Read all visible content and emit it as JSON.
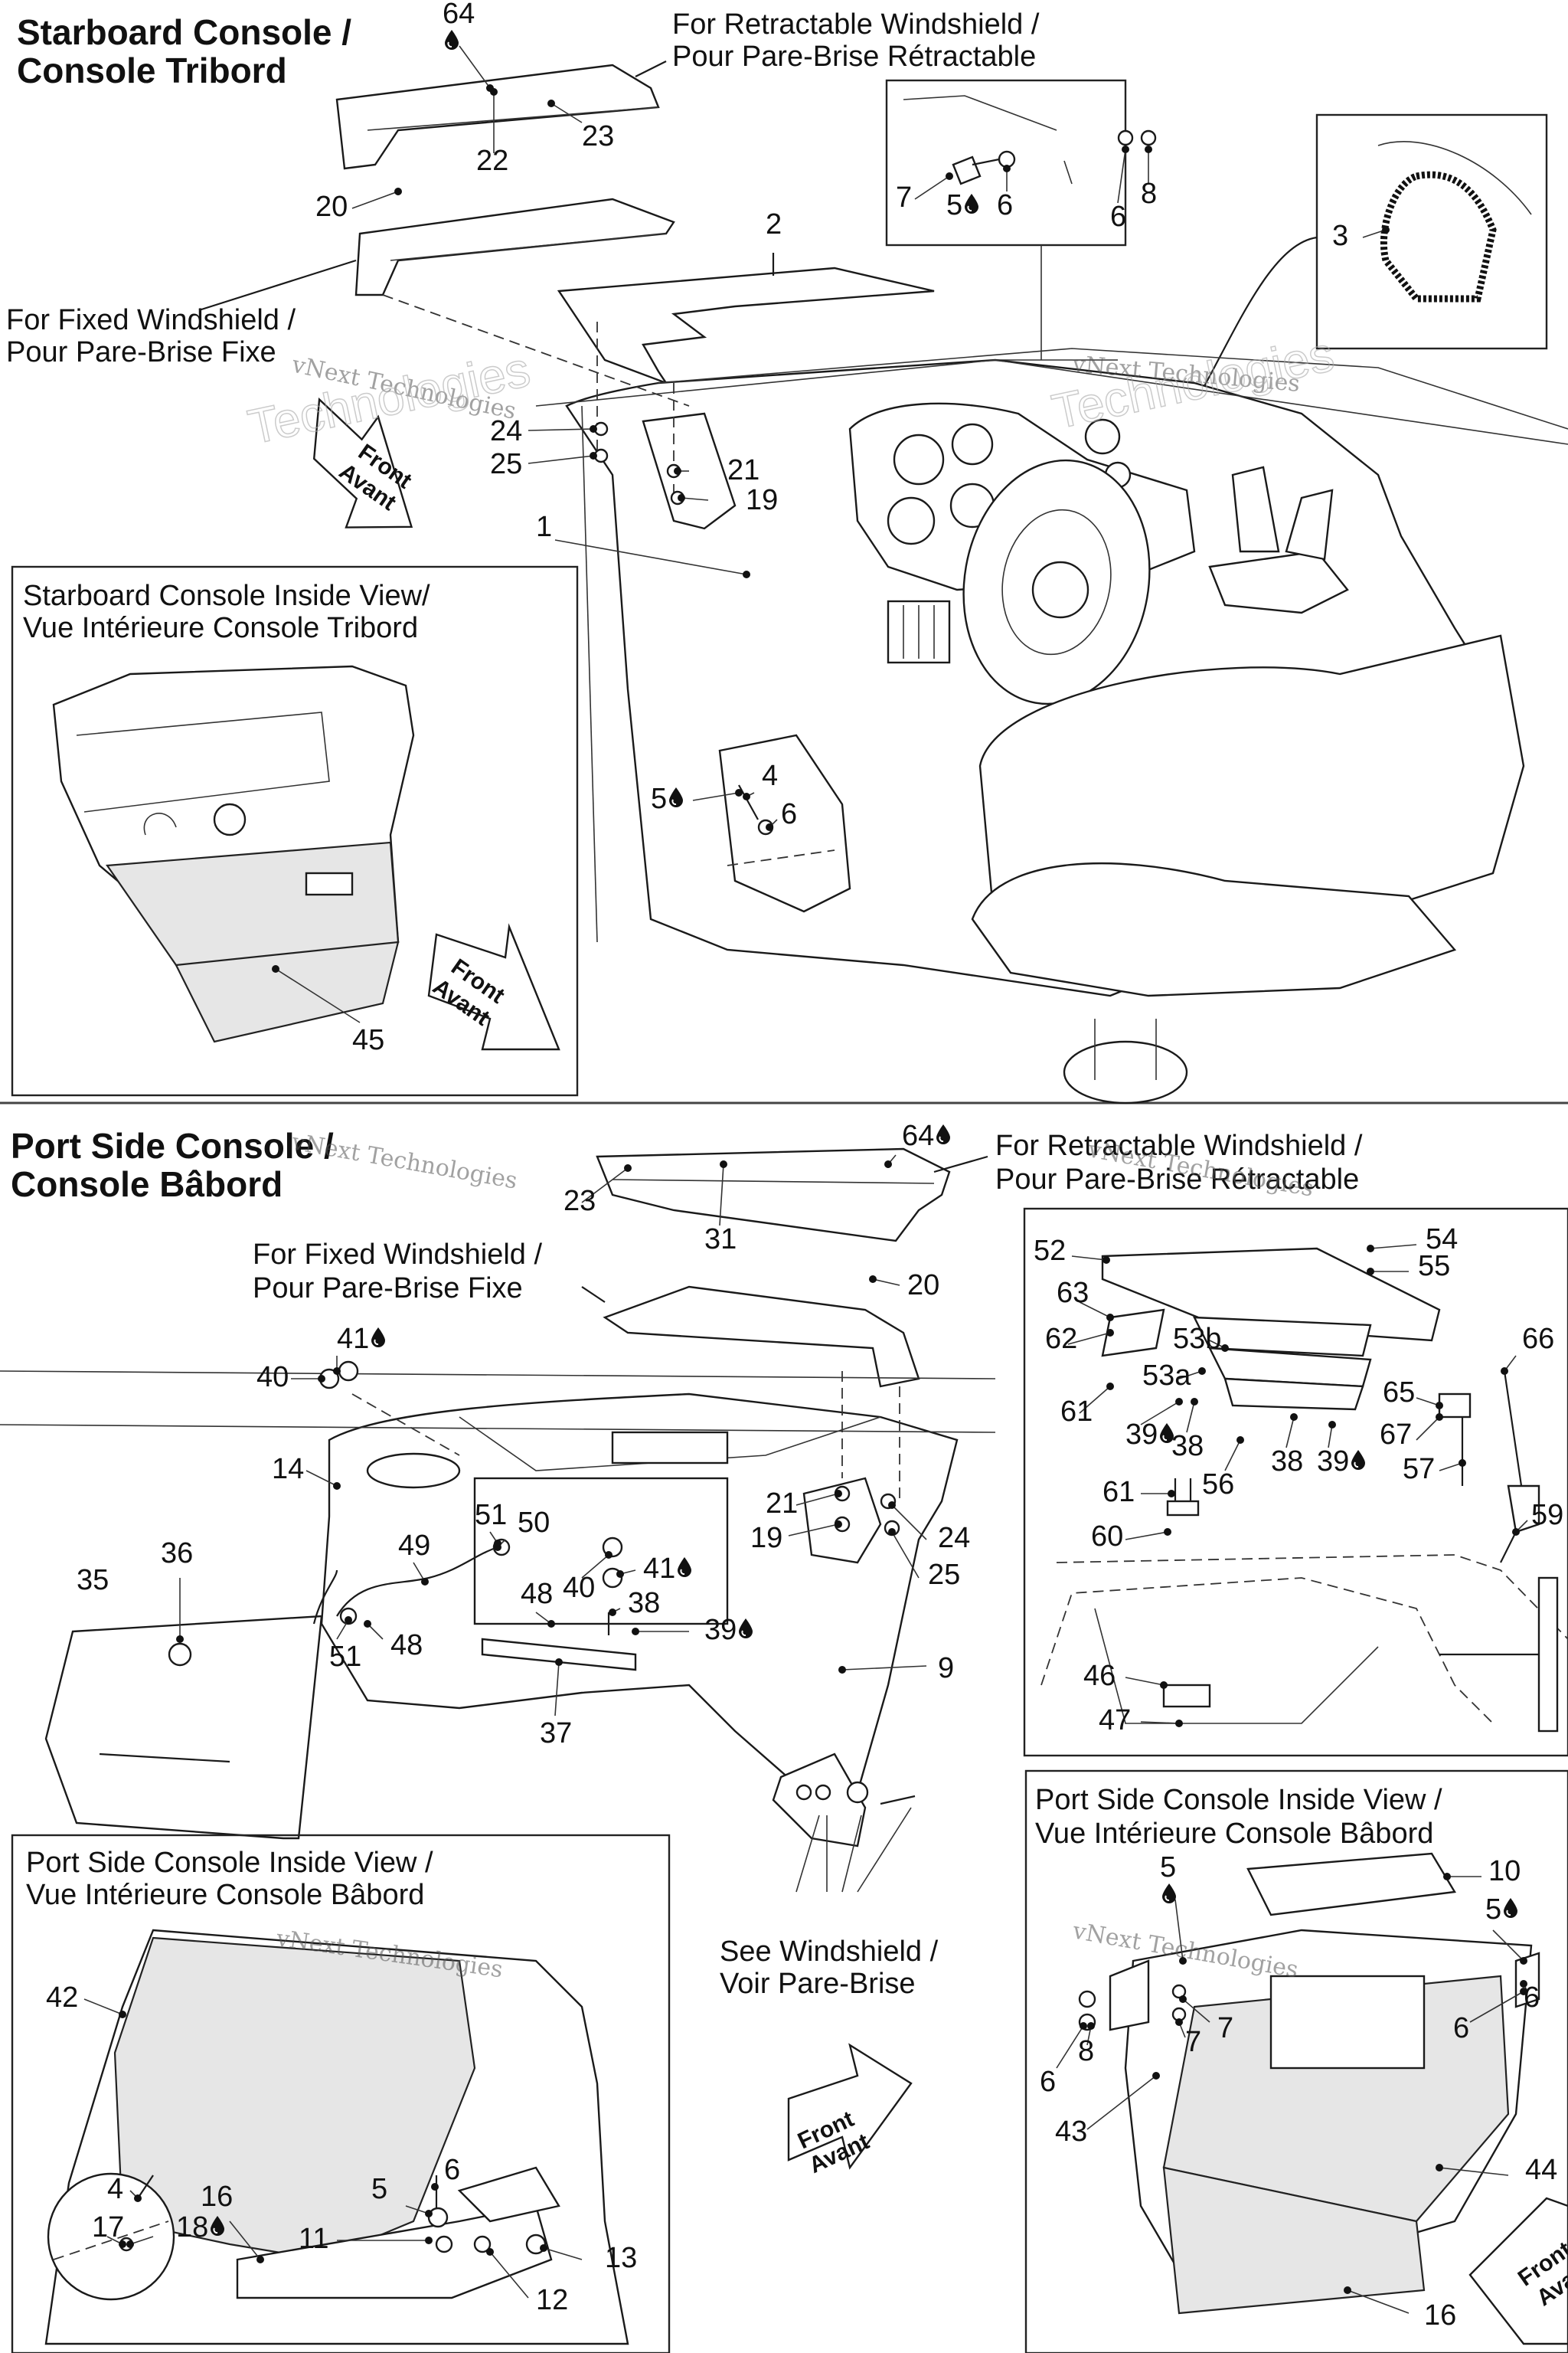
{
  "sections": {
    "starboard": {
      "title_line1": "Starboard Console /",
      "title_line2": "Console Tribord",
      "retractable_line1": "For Retractable Windshield /",
      "retractable_line2": "Pour Pare-Brise Rétractable",
      "fixed_line1": "For Fixed Windshield /",
      "fixed_line2": "Pour Pare-Brise Fixe",
      "inside_view_line1": "Starboard Console Inside View/",
      "inside_view_line2": "Vue Intérieure Console Tribord"
    },
    "port": {
      "title_line1": "Port Side Console /",
      "title_line2": "Console Bâbord",
      "retractable_line1": "For Retractable Windshield /",
      "retractable_line2": "Pour Pare-Brise Rétractable",
      "fixed_line1": "For Fixed Windshield /",
      "fixed_line2": "Pour Pare-Brise Fixe",
      "inside_view_left_line1": "Port Side Console Inside View /",
      "inside_view_left_line2": "Vue Intérieure Console Bâbord",
      "inside_view_right_line1": "Port Side Console Inside View /",
      "inside_view_right_line2": "Vue Intérieure Console Bâbord",
      "see_windshield_line1": "See Windshield /",
      "see_windshield_line2": "Voir Pare-Brise"
    }
  },
  "front_arrow": {
    "line1": "Front",
    "line2": "Avant"
  },
  "watermark": {
    "line1": "vNext Technologies",
    "line2": "Technologies"
  },
  "callouts": {
    "starboard": [
      "64",
      "23",
      "22",
      "20",
      "2",
      "7",
      "5",
      "6",
      "6",
      "8",
      "3",
      "24",
      "25",
      "21",
      "19",
      "1",
      "4",
      "5",
      "6",
      "45"
    ],
    "port": [
      "64",
      "23",
      "31",
      "20",
      "41",
      "40",
      "14",
      "36",
      "35",
      "49",
      "51",
      "50",
      "40",
      "41",
      "48",
      "51",
      "48",
      "38",
      "39",
      "37",
      "21",
      "19",
      "24",
      "25",
      "9",
      "52",
      "54",
      "55",
      "63",
      "53b",
      "62",
      "53a",
      "61",
      "39",
      "38",
      "56",
      "38",
      "39",
      "65",
      "66",
      "67",
      "57",
      "59",
      "61",
      "60",
      "46",
      "47",
      "5",
      "10",
      "5",
      "6",
      "7",
      "7",
      "6",
      "8",
      "6",
      "43",
      "44",
      "16",
      "42",
      "4",
      "17",
      "18",
      "6",
      "5",
      "16",
      "11",
      "13",
      "12"
    ]
  },
  "oil_icon": "oil-drop-icon"
}
